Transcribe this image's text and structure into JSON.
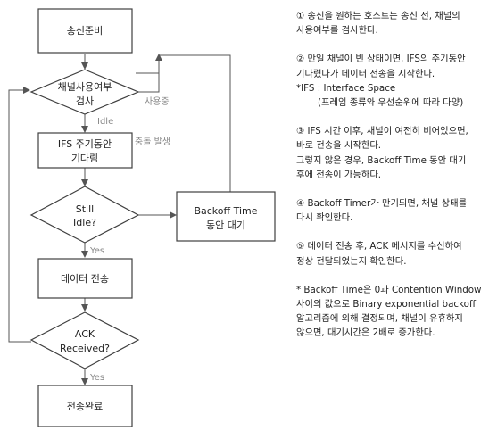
{
  "colors": {
    "box_border": "#3f3f3f",
    "line": "#555555",
    "label_gray": "#888888",
    "text": "#222222"
  },
  "flowchart": {
    "nodes": {
      "prepare": "송신준비",
      "check_line1": "채널사용여부",
      "check_line2": "검사",
      "ifs_line1": "IFS 주기동안",
      "ifs_line2": "기다림",
      "still_line1": "Still",
      "still_line2": "Idle?",
      "backoff_line1": "Backoff Time",
      "backoff_line2": "동안 대기",
      "transmit": "데이터 전송",
      "ack_line1": "ACK",
      "ack_line2": "Received?",
      "complete": "전송완료"
    },
    "edge_labels": {
      "busy": "사용중",
      "idle": "Idle",
      "collision": "충돌 발생",
      "yes1": "Yes",
      "yes2": "Yes"
    }
  },
  "notes": {
    "n1_l1": "① 송신을 원하는 호스트는 송신 전, 채널의",
    "n1_l2": "사용여부를 검사한다.",
    "n2_l1": "② 만일 채널이 빈 상태이면, IFS의 주기동안",
    "n2_l2": "기다렸다가 데이터 전송을 시작한다.",
    "n2_l3": "*IFS : Interface Space",
    "n2_l4": "(프레임 종류와 우선순위에 따라 다양)",
    "n3_l1": "③ IFS 시간 이후, 채널이 여전히 비어있으면,",
    "n3_l2": "바로 전송을 시작한다.",
    "n3_l3": "그렇지 않은 경우, Backoff Time 동안 대기",
    "n3_l4": "후에 전송이 가능하다.",
    "n4_l1": "④ Backoff Timer가 만기되면, 채널 상태를",
    "n4_l2": "다시 확인한다.",
    "n5_l1": "⑤ 데이터 전송 후, ACK 메시지를 수신하여",
    "n5_l2": "정상 전달되었는지 확인한다.",
    "n6_l1": "* Backoff Time은 0과 Contention Window",
    "n6_l2": "사이의 값으로 Binary exponential backoff",
    "n6_l3": "알고리즘에 의해 결정되며, 채널이 유휴하지",
    "n6_l4": "않으면, 대기시간은 2배로 증가한다."
  }
}
